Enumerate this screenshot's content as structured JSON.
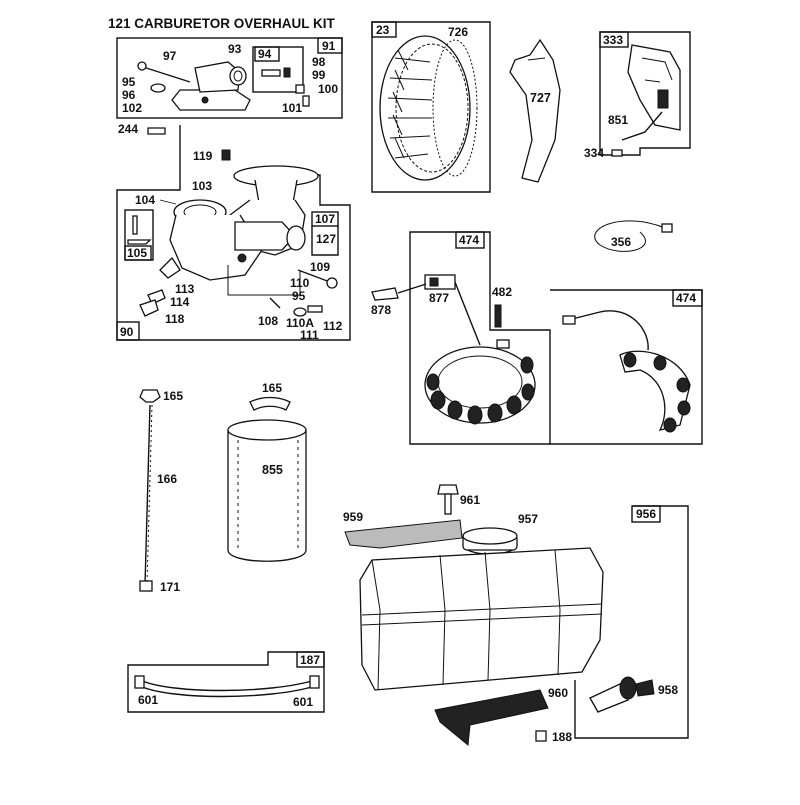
{
  "diagram": {
    "title": "121 CARBURETOR OVERHAUL KIT",
    "carburetor_kit": {
      "box_tag": "91",
      "parts": [
        "93",
        "97",
        "95",
        "96",
        "102",
        "98",
        "99",
        "100",
        "101"
      ],
      "sub_box_tag": "94"
    },
    "carburetor": {
      "box_tag": "90",
      "parts": [
        "244",
        "119",
        "103",
        "104",
        "113",
        "114",
        "118",
        "108",
        "95",
        "110",
        "110A",
        "111",
        "112",
        "109"
      ],
      "sub_box_a_tag": "107",
      "sub_box_a_part": "127",
      "sub_box_b_tag": "105"
    },
    "flywheel": {
      "box_tag": "23",
      "part": "726"
    },
    "shroud": {
      "part": "727"
    },
    "fuel_pump": {
      "box_tag": "333",
      "parts": [
        "851",
        "334"
      ]
    },
    "wire": {
      "part": "356"
    },
    "alternator": {
      "box_tag": "474",
      "parts": [
        "877",
        "878",
        "482"
      ],
      "sub_box_tag": "474"
    },
    "fuel_line_clamp": {
      "parts": [
        "165",
        "166",
        "171"
      ]
    },
    "filter": {
      "parts": [
        "165",
        "855"
      ]
    },
    "fuel_tank": {
      "box_tag": "956",
      "parts": [
        "961",
        "957",
        "959",
        "958",
        "960",
        "188"
      ]
    },
    "fuel_hose": {
      "box_tag": "187",
      "parts": [
        "601",
        "601"
      ]
    }
  }
}
